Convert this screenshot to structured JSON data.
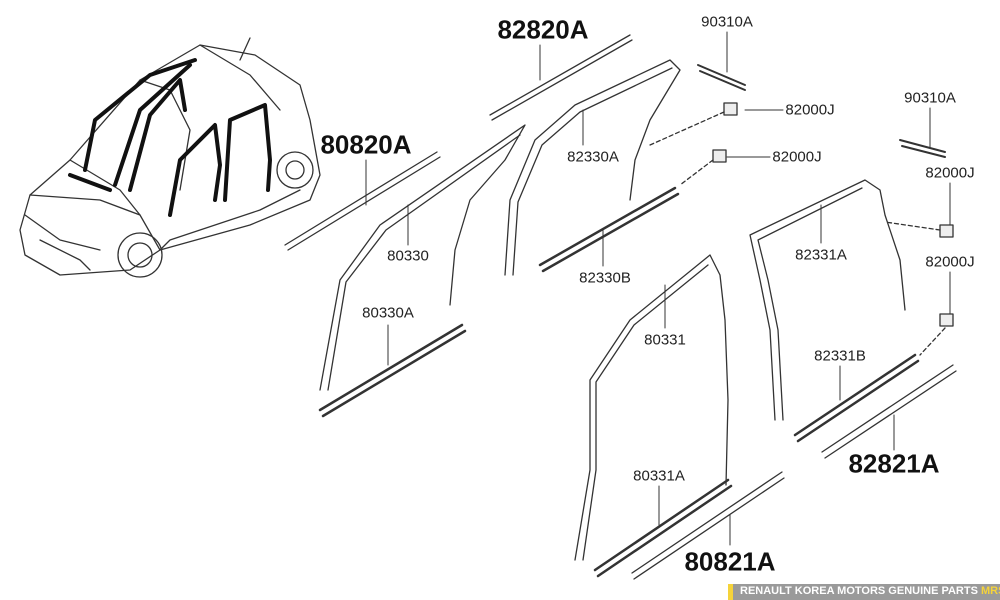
{
  "labels": {
    "p82820A": "82820A",
    "p90310A_1": "90310A",
    "p90310A_2": "90310A",
    "p82000J_1": "82000J",
    "p82000J_2": "82000J",
    "p82000J_3": "82000J",
    "p82000J_4": "82000J",
    "p80820A": "80820A",
    "p82330A": "82330A",
    "p80330": "80330",
    "p82330B": "82330B",
    "p82331A": "82331A",
    "p80330A": "80330A",
    "p80331": "80331",
    "p82331B": "82331B",
    "p82821A": "82821A",
    "p80331A": "80331A",
    "p80821A": "80821A"
  },
  "footer": {
    "text": "RENAULT KOREA MOTORS GENUINE PARTS",
    "brand": "MRSZONE"
  }
}
